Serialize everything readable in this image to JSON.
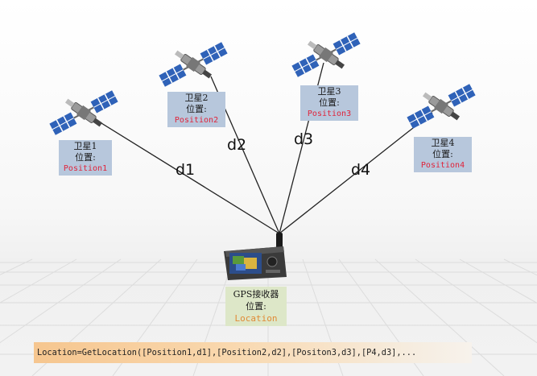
{
  "satellites": [
    {
      "name": "卫星1",
      "loc_label": "位置:",
      "position": "Position1"
    },
    {
      "name": "卫星2",
      "loc_label": "位置:",
      "position": "Position2"
    },
    {
      "name": "卫星3",
      "loc_label": "位置:",
      "position": "Position3"
    },
    {
      "name": "卫星4",
      "loc_label": "位置:",
      "position": "Position4"
    }
  ],
  "distances": [
    "d1",
    "d2",
    "d3",
    "d4"
  ],
  "receiver": {
    "name": "GPS接收器",
    "loc_label": "位置:",
    "position": "Location"
  },
  "formula": "Location=GetLocation([Position1,d1],[Position2,d2],[Positon3,d3],[P4,d3],...",
  "colors": {
    "label_bg": "#b7c7dc",
    "position_text": "#e0233a",
    "receiver_bg": "#dde7c8",
    "receiver_position_text": "#e08a36",
    "formula_bg": "#f6c68f",
    "solar_panel": "#2f62b8"
  },
  "icons": [
    "satellite-icon",
    "gps-receiver-icon"
  ]
}
